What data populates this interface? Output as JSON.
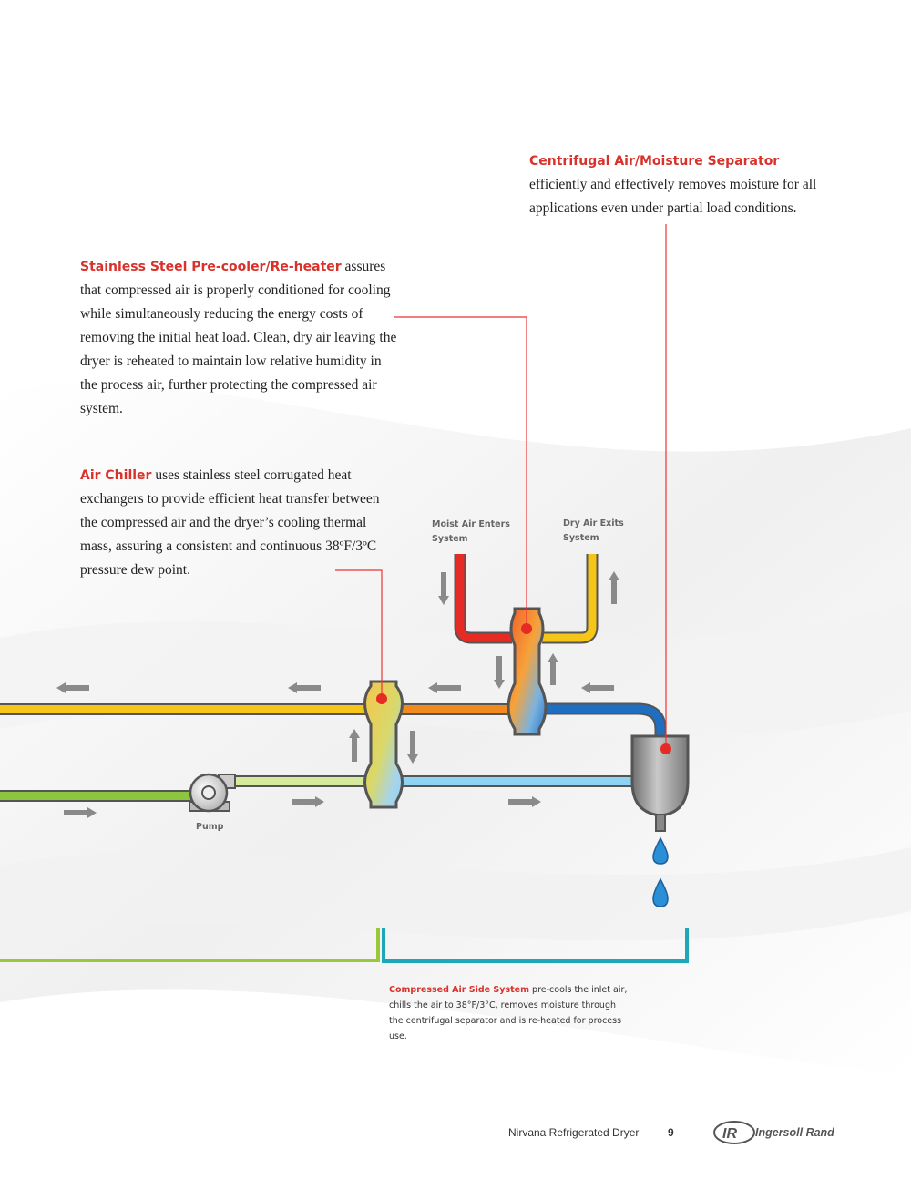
{
  "separator": {
    "title": "Centrifugal Air/Moisture Separator",
    "text": "efficiently and effectively removes moisture for all applications even under partial load conditions."
  },
  "precooler": {
    "title": "Stainless Steel Pre-cooler/Re-heater",
    "text": " assures that compressed air is properly conditioned for cooling while simultaneously reducing the energy costs of removing the initial heat load. Clean, dry air leaving the dryer is reheated to maintain low relative humidity in the process air, further protecting the compressed air system."
  },
  "chiller": {
    "title": "Air Chiller",
    "text": " uses stainless steel corrugated heat exchangers to provide efficient heat transfer between the compressed air and the dryer’s cooling thermal mass, assuring a consistent and continuous 38ºF/3ºC pressure dew point."
  },
  "labels": {
    "moist_line1": "Moist Air Enters",
    "moist_line2": "System",
    "dry_line1": "Dry Air Exits",
    "dry_line2": "System",
    "pump": "Pump"
  },
  "caption": {
    "title": "Compressed Air Side System",
    "text": " pre-cools the inlet air, chills the air to 38°F/3°C, removes moisture through the centrifugal separator and is re-heated for process use."
  },
  "footer": {
    "title": "Nirvana Refrigerated Dryer",
    "page": "9",
    "logo_mark": "IR",
    "logo_text": "Ingersoll Rand"
  },
  "colors": {
    "accent_red": "#d9322b",
    "pipe_yellow": "#f5c518",
    "pipe_orange": "#f08a1e",
    "pipe_blue": "#1e6fc4",
    "pipe_light_blue": "#8fd3f2",
    "pipe_green": "#8cc63f",
    "pipe_light_green": "#d6ea9c",
    "bracket_teal": "#1ea7b8",
    "arrow_gray": "#8a8a8a"
  }
}
